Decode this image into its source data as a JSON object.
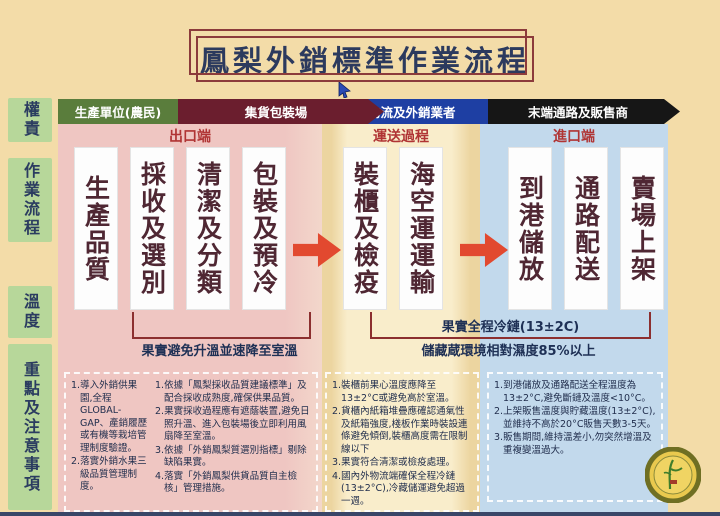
{
  "title": "鳳梨外銷標準作業流程",
  "sidebar": {
    "items": [
      {
        "label": "權責"
      },
      {
        "label": "作業流程"
      },
      {
        "label": "溫度"
      },
      {
        "label": "重點及注意事項"
      }
    ]
  },
  "actors": [
    {
      "label": "生產單位(農民)"
    },
    {
      "label": "集貨包裝場"
    },
    {
      "label": "國內物流及外銷業者"
    },
    {
      "label": "末端通路及販售商"
    }
  ],
  "stages": {
    "export": {
      "header": "出口端",
      "steps": [
        "生產品質",
        "採收及選別",
        "清潔及分類",
        "包裝及預冷"
      ]
    },
    "transit": {
      "header": "運送過程",
      "steps": [
        "裝櫃及檢疫",
        "海空運運輸"
      ]
    },
    "import": {
      "header": "進口端",
      "steps": [
        "到港儲放",
        "通路配送",
        "賣場上架"
      ]
    }
  },
  "temperature": {
    "left_label": "果實避免升溫並速降至室溫",
    "right_top_label": "果實全程冷鏈(13±2C)",
    "right_bottom_label": "儲藏蔵環境相對濕度85%以上"
  },
  "notes": {
    "export_col1": [
      "1.導入外銷供果園,全程GLOBAL-GAP、產銷履歷或有機等栽培管理制度驗證。",
      "2.落實外銷水果三級品質管理制度。"
    ],
    "export_col2": [
      "1.依據「鳳梨採收品質建議標準」及配合採收成熟度,確保供果品質。",
      "2.果實採收過程應有遮蔭裝置,避免日照升溫、進入包裝場後立即利用風扇降至室溫。",
      "3.依據「外銷鳳梨質選別指標」剔除缺陷果實。",
      "4.落實「外銷鳳梨供貨品質自主檢核」管理措施。"
    ],
    "transit": [
      "1.裝櫃前果心溫度應降至13±2°C或避免高於室溫。",
      "2.貨櫃內紙箱堆疊應確認通氣性及紙箱強度,棧板作業時裝設連條避免傾倒,裝櫃高度需在限制線以下",
      "3.果實符合清潔或檢疫處理。",
      "4.國內外物流端確保全程冷鏈(13±2°C),冷藏儲運避免超過一週。"
    ],
    "import": [
      "1.到港儲放及通路配送全程溫度為13±2°C,避免斷鏈及溫度<10°C。",
      "2.上架販售溫度與貯藏溫度(13±2°C),並維持不高於20°C販售天數3-5天。",
      "3.販售期間,維持溫差小,勿突然增溫及重複變溫過大。"
    ]
  },
  "colors": {
    "page_bg": "#f3dca8",
    "sidebar_green": "#b7d79a",
    "title_text": "#2c3a5e",
    "title_border": "#8c3b3b",
    "actor_green": "#5a7d3c",
    "actor_maroon": "#6b1e2e",
    "actor_blue": "#1e3fa3",
    "actor_black": "#161616",
    "band_export_pink": "#efc6c2",
    "band_transit_cream": "#f9edcb",
    "band_import_blue": "#c2d9ec",
    "step_text": "#4f2733",
    "red_arrow": "#e2492f",
    "bracket": "#8c2f2f",
    "temp_text": "#1e3055",
    "note_text": "#222f4e"
  }
}
